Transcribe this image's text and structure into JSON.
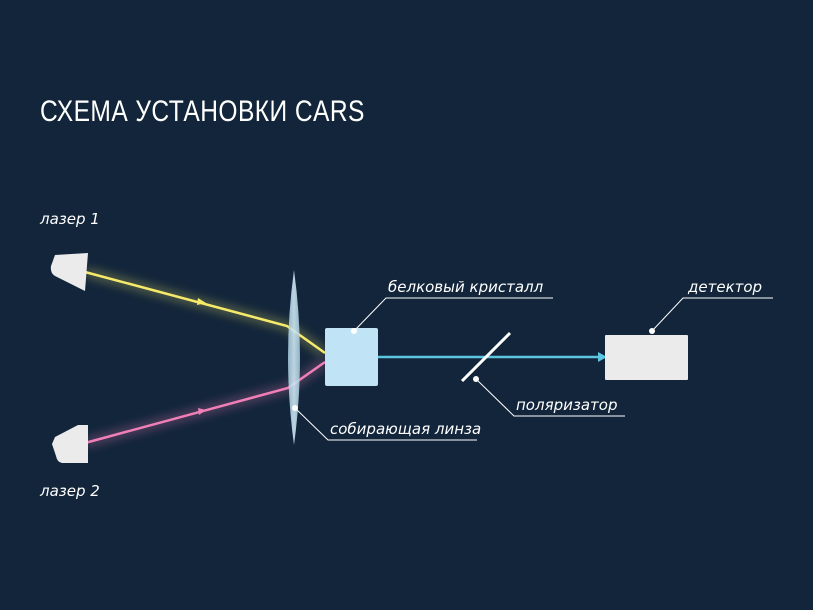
{
  "title": "СХЕМА УСТАНОВКИ CARS",
  "labels": {
    "laser1": "лазер 1",
    "laser2": "лазер 2",
    "crystal": "белковый кристалл",
    "lens": "собирающая линза",
    "polarizer": "поляризатор",
    "detector": "детектор"
  },
  "colors": {
    "background": "#12253a",
    "beam1": "#f6ea6a",
    "beam2": "#f07fb8",
    "output_beam": "#5cc6e0",
    "crystal": "#c0e4f5",
    "device": "#ebebeb"
  }
}
